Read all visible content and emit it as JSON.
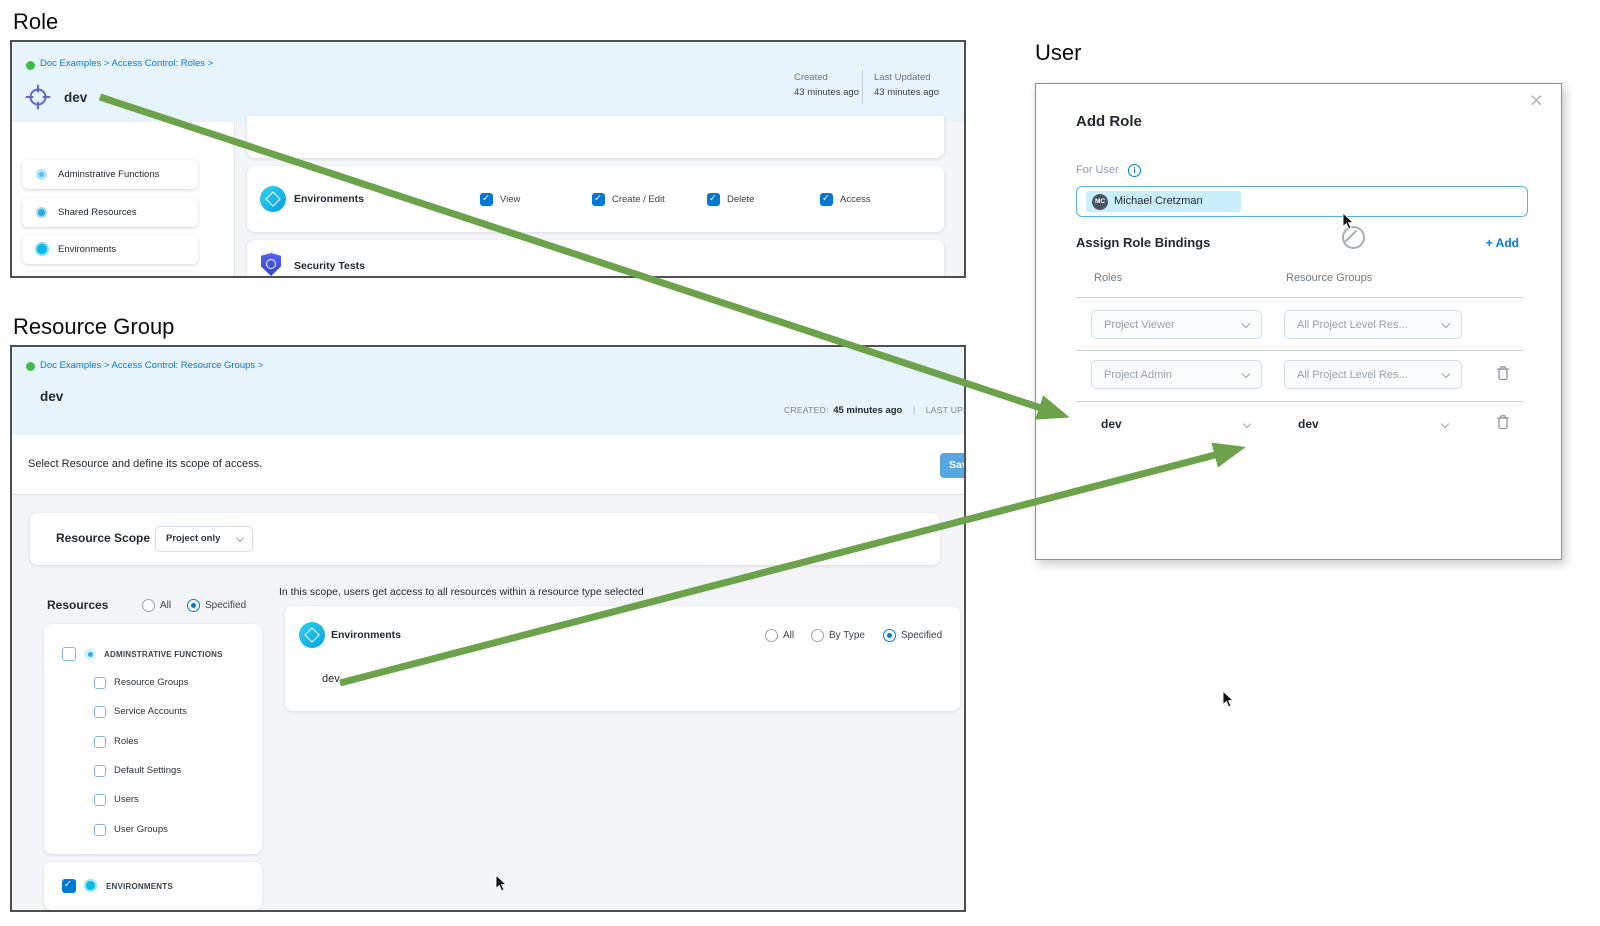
{
  "colors": {
    "accent": "#0278d5",
    "arrow_green": "#6ba24a",
    "panel_header_bg": "#e8f4fb"
  },
  "role_panel": {
    "section_title": "Role",
    "breadcrumb": "Doc Examples > Access Control: Roles >",
    "entity_name": "dev",
    "meta": {
      "created_label": "Created",
      "created_value": "43 minutes ago",
      "updated_label": "Last Updated",
      "updated_value": "43 minutes ago"
    },
    "sidebar_items": [
      {
        "label": "Adminstrative Functions"
      },
      {
        "label": "Shared Resources"
      },
      {
        "label": "Environments"
      }
    ],
    "permission_row": {
      "label": "Environments",
      "permissions": [
        {
          "label": "View",
          "checked": true
        },
        {
          "label": "Create / Edit",
          "checked": true
        },
        {
          "label": "Delete",
          "checked": true
        },
        {
          "label": "Access",
          "checked": true
        }
      ]
    },
    "security_row": {
      "label": "Security Tests"
    }
  },
  "resource_group_panel": {
    "section_title": "Resource Group",
    "breadcrumb": "Doc Examples > Access Control: Resource Groups >",
    "entity_name": "dev",
    "meta": {
      "created_label": "CREATED:",
      "created_value": "45 minutes ago",
      "separator": "|",
      "updated_label": "LAST UPD"
    },
    "subtitle": "Select Resource and define its scope of access.",
    "save_button": "Save",
    "resource_scope": {
      "label": "Resource Scope",
      "value": "Project only"
    },
    "resources": {
      "label": "Resources",
      "options": [
        {
          "label": "All",
          "selected": false
        },
        {
          "label": "Specified",
          "selected": true
        }
      ],
      "admin_group_label": "ADMINSTRATIVE FUNCTIONS",
      "admin_group_checked": false,
      "admin_items": [
        "Resource Groups",
        "Service Accounts",
        "Roles",
        "Default Settings",
        "Users",
        "User Groups"
      ],
      "environments_group_label": "ENVIRONMENTS",
      "environments_group_checked": true
    },
    "scope_note": "In this scope, users get access to all resources within a resource type selected",
    "environments_card": {
      "label": "Environments",
      "options": [
        {
          "label": "All",
          "selected": false
        },
        {
          "label": "By Type",
          "selected": false
        },
        {
          "label": "Specified",
          "selected": true
        }
      ],
      "resource_value": "dev"
    }
  },
  "user_modal": {
    "section_title": "User",
    "title": "Add Role",
    "close_icon": "×",
    "for_user_label": "For User",
    "selected_user": {
      "initials": "MC",
      "name": "Michael Cretzman"
    },
    "bindings_label": "Assign Role Bindings",
    "add_button": "+ Add",
    "columns": {
      "roles": "Roles",
      "resource_groups": "Resource Groups"
    },
    "bindings": [
      {
        "role": "Project Viewer",
        "resource_group": "All Project Level Res...",
        "deletable": false,
        "muted": true
      },
      {
        "role": "Project Admin",
        "resource_group": "All Project Level Res...",
        "deletable": true,
        "muted": true
      },
      {
        "role": "dev",
        "resource_group": "dev",
        "deletable": true,
        "muted": false
      }
    ]
  }
}
